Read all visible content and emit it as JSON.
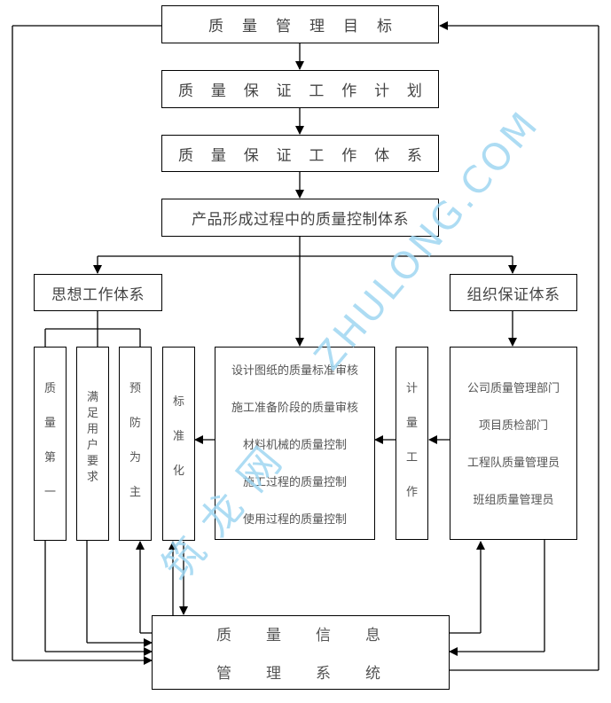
{
  "diagram": {
    "top_chain": [
      {
        "id": "goal",
        "chars": [
          "质",
          "量",
          "管",
          "理",
          "目",
          "标"
        ]
      },
      {
        "id": "plan",
        "chars": [
          "质",
          "量",
          "保",
          "证",
          "工",
          "作",
          "计",
          "划"
        ]
      },
      {
        "id": "system",
        "chars": [
          "质",
          "量",
          "保",
          "证",
          "工",
          "作",
          "体",
          "系"
        ]
      },
      {
        "id": "control",
        "label": "产品形成过程中的质量控制体系"
      }
    ],
    "ideology": {
      "label": "思想工作体系",
      "children": [
        {
          "chars": [
            "质",
            "量",
            "第",
            "一"
          ]
        },
        {
          "chars": [
            "满",
            "足",
            "用",
            "户",
            "要",
            "求"
          ]
        },
        {
          "chars": [
            "预",
            "防",
            "为",
            "主"
          ]
        }
      ]
    },
    "standardization": {
      "chars": [
        "标",
        "准",
        "化"
      ]
    },
    "process": {
      "steps": [
        "设计图纸的质量标准审核",
        "施工准备阶段的质量审核",
        "材料机械的质量控制",
        "施工过程的质量控制",
        "使用过程的质量控制"
      ]
    },
    "metrology": {
      "chars": [
        "计",
        "量",
        "工",
        "作"
      ]
    },
    "organization": {
      "label": "组织保证体系",
      "steps": [
        "公司质量管理部门",
        "项目质检部门",
        "工程队质量管理员",
        "班组质量管理员"
      ]
    },
    "info_system": {
      "row1": [
        "质",
        "量",
        "信",
        "息"
      ],
      "row2": [
        "管",
        "理",
        "系",
        "统"
      ]
    },
    "watermark": {
      "text1": "ZHULONG.COM",
      "text2": "筑龙网"
    },
    "colors": {
      "line": "#000000",
      "watermark": "#9fd6f2"
    }
  }
}
